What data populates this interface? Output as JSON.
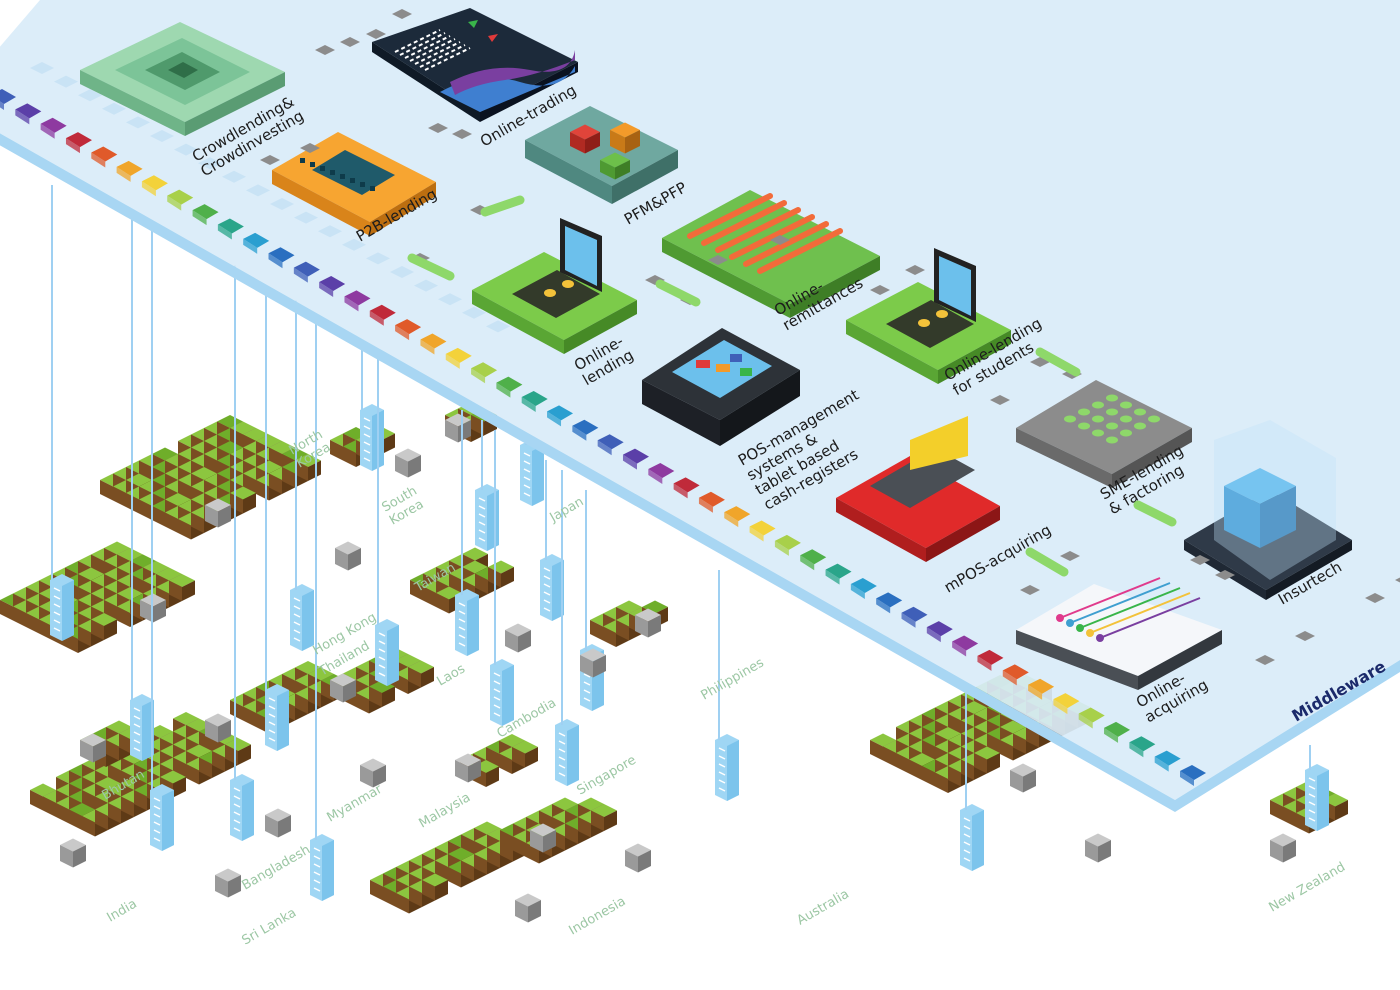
{
  "platform": {
    "layer_label": "Middleware",
    "modules": [
      {
        "id": "crowdlending",
        "label_lines": [
          "Crowdlending&",
          "Crowdinvesting"
        ]
      },
      {
        "id": "online-trading",
        "label_lines": [
          "Online-trading"
        ]
      },
      {
        "id": "p2b-lending",
        "label_lines": [
          "P2B-lending"
        ]
      },
      {
        "id": "pfm-pfp",
        "label_lines": [
          "PFM&PFP"
        ]
      },
      {
        "id": "online-lending",
        "label_lines": [
          "Online-",
          "lending"
        ]
      },
      {
        "id": "online-remittances",
        "label_lines": [
          "Online-",
          "remittances"
        ]
      },
      {
        "id": "pos-management",
        "label_lines": [
          "POS-management",
          "systems &",
          "tablet based",
          "cash-registers"
        ]
      },
      {
        "id": "online-lending-students",
        "label_lines": [
          "Online-lending",
          "for students"
        ]
      },
      {
        "id": "sme-lending",
        "label_lines": [
          "SME-lending",
          "& factoring"
        ]
      },
      {
        "id": "mpos-acquiring",
        "label_lines": [
          "mPOS-acquiring"
        ]
      },
      {
        "id": "insurtech",
        "label_lines": [
          "Insurtech"
        ]
      },
      {
        "id": "online-acquiring",
        "label_lines": [
          "Online-",
          "acquiring"
        ]
      }
    ]
  },
  "countries": [
    {
      "id": "north-korea",
      "lines": [
        "North",
        "Korea"
      ]
    },
    {
      "id": "south-korea",
      "lines": [
        "South",
        "Korea"
      ]
    },
    {
      "id": "japan",
      "lines": [
        "Japan"
      ]
    },
    {
      "id": "taiwan",
      "lines": [
        "Taiwan"
      ]
    },
    {
      "id": "hong-kong",
      "lines": [
        "Hong Kong"
      ]
    },
    {
      "id": "thailand",
      "lines": [
        "Thailand"
      ]
    },
    {
      "id": "laos",
      "lines": [
        "Laos"
      ]
    },
    {
      "id": "cambodia",
      "lines": [
        "Cambodia"
      ]
    },
    {
      "id": "philippines",
      "lines": [
        "Philippines"
      ]
    },
    {
      "id": "singapore",
      "lines": [
        "Singapore"
      ]
    },
    {
      "id": "malaysia",
      "lines": [
        "Malaysia"
      ]
    },
    {
      "id": "myanmar",
      "lines": [
        "Myanmar"
      ]
    },
    {
      "id": "bhutan",
      "lines": [
        "Bhutan"
      ]
    },
    {
      "id": "bangladesh",
      "lines": [
        "Bangladesh"
      ]
    },
    {
      "id": "india",
      "lines": [
        "India"
      ]
    },
    {
      "id": "sri-lanka",
      "lines": [
        "Sri Lanka"
      ]
    },
    {
      "id": "indonesia",
      "lines": [
        "Indonesia"
      ]
    },
    {
      "id": "australia",
      "lines": [
        "Australia"
      ]
    },
    {
      "id": "new-zealand",
      "lines": [
        "New Zealand"
      ]
    }
  ],
  "colors": {
    "platform": "#d8ecfa",
    "platform_edge": "#9fd0f2",
    "grass": "#8cc63f",
    "grass_dark": "#6fae2a",
    "soil": "#8a5a2b",
    "tower": "#9fd6f4",
    "label_text": "#1c1c1c",
    "middleware": "#1b2a6b",
    "country_label": "#9cc7a4",
    "strip": [
      "#3f5fb8",
      "#5b3fa8",
      "#8e3aa0",
      "#c02a3a",
      "#e05a2a",
      "#f0a52a",
      "#f3d23a",
      "#a8d04a",
      "#4fb04a",
      "#2aa58a",
      "#2a9fd0",
      "#2a6fc0"
    ]
  }
}
